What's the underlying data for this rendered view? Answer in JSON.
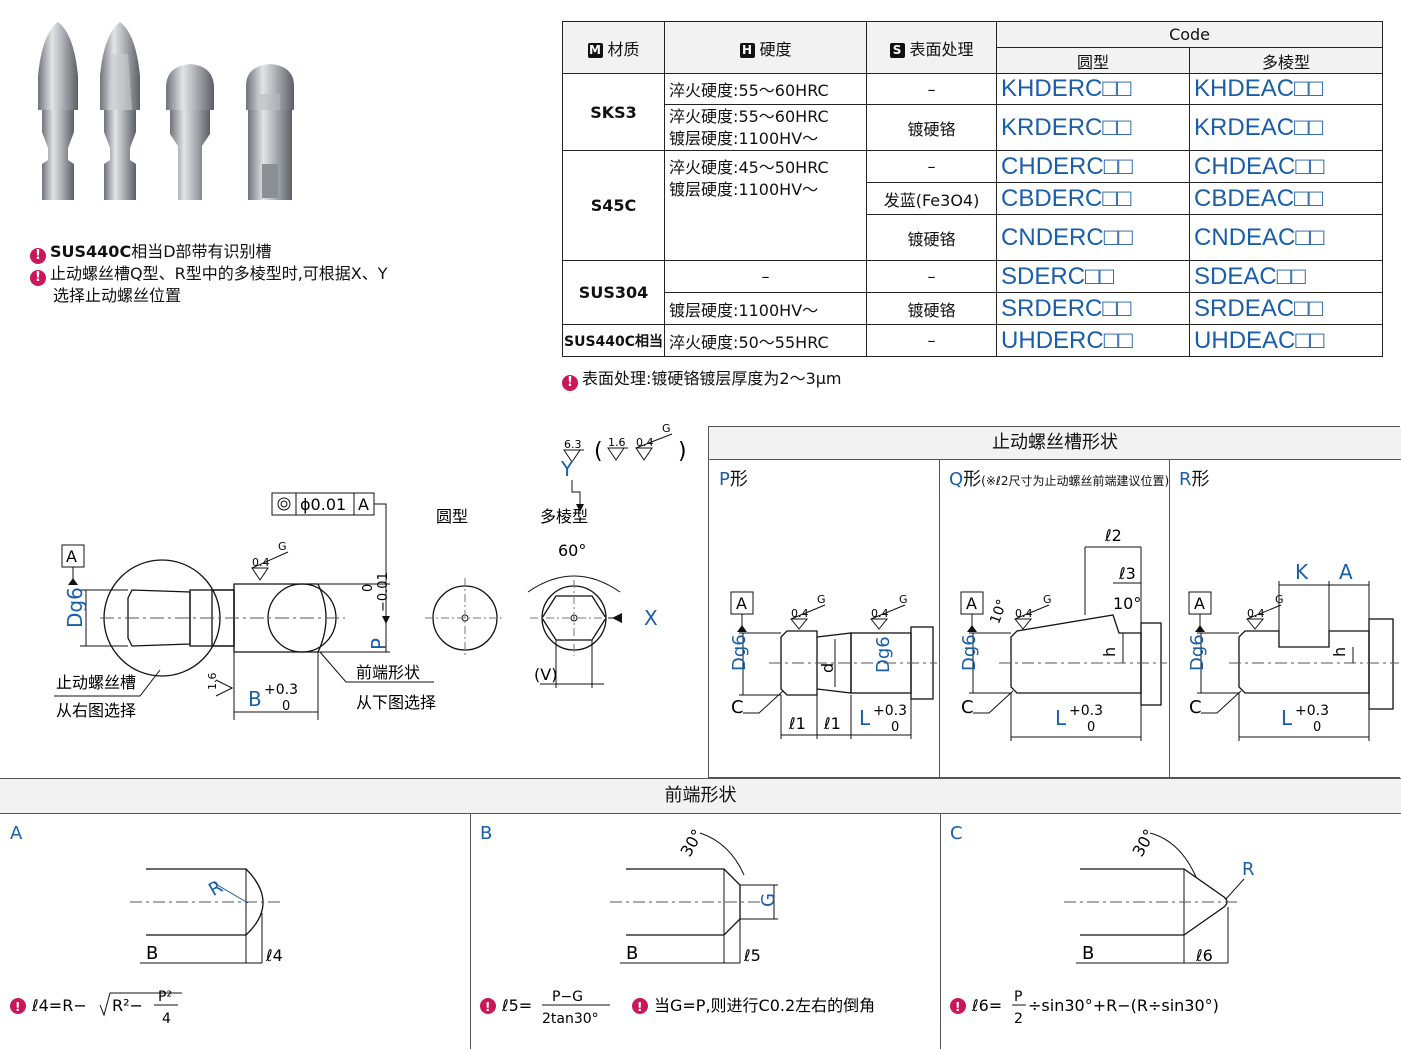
{
  "notes": {
    "n1_bold": "SUS440C",
    "n1_rest": "相当D部带有识别槽",
    "n2": "止动螺丝槽Q型、R型中的多棱型时,可根据X、Y",
    "n2b": "选择止动螺丝位置",
    "surface": "表面处理:镀硬铬镀层厚度为2～3μm"
  },
  "table": {
    "header": {
      "material_icon": "M",
      "material": "材质",
      "hardness_icon": "H",
      "hardness": "硬度",
      "surface_icon": "S",
      "surface": "表面处理",
      "code": "Code",
      "round": "圆型",
      "poly": "多棱型"
    },
    "materials": [
      "SKS3",
      "S45C",
      "SUS304",
      "SUS440C相当"
    ],
    "hardness": [
      "淬火硬度:55～60HRC",
      "淬火硬度:55～60HRC",
      "镀层硬度:1100HV～",
      "淬火硬度:45～50HRC",
      "镀层硬度:1100HV～",
      "–",
      "镀层硬度:1100HV～",
      "淬火硬度:50～55HRC"
    ],
    "surface": [
      "–",
      "镀硬铬",
      "–",
      "发蓝(Fe3O4)",
      "镀硬铬",
      "–",
      "镀硬铬",
      "–"
    ],
    "round": [
      "KHDERC□□",
      "KRDERC□□",
      "CHDERC□□",
      "CBDERC□□",
      "CNDERC□□",
      "SDERC□□",
      "SRDERC□□",
      "UHDERC□□"
    ],
    "poly": [
      "KHDEAC□□",
      "KRDEAC□□",
      "CHDEAC□□",
      "CBDEAC□□",
      "CNDEAC□□",
      "SDEAC□□",
      "SRDEAC□□",
      "UHDEAC□□"
    ]
  },
  "drawing": {
    "tolerance": "ϕ0.01",
    "datum": "A",
    "round": "圆型",
    "poly": "多棱型",
    "angle": "60°",
    "x": "X",
    "y": "Y",
    "v": "(V)",
    "roughness_a": "6.3",
    "roughness_b": "1.6",
    "roughness_c": "0.4",
    "roughness_g": "G",
    "dg6": "Dg6",
    "p_dim": "P",
    "p_tol_upper": "0",
    "p_tol_lower": "−0.01",
    "b_dim": "B",
    "tol_upper": "+0.3",
    "tol_lower": "0",
    "groove_1": "止动螺丝槽",
    "groove_2": "从右图选择",
    "tip_1": "前端形状",
    "tip_2": "从下图选择",
    "rough_16": "1.6",
    "rough_04": "0.4"
  },
  "groove": {
    "title": "止动螺丝槽形状",
    "p_label": "P形",
    "q_label": "Q形",
    "q_note": "(※ℓ2尺寸为止动螺丝前端建议位置)",
    "r_label": "R形",
    "a": "A",
    "c": "C",
    "d": "d",
    "l": "L",
    "l1": "ℓ1",
    "l2": "ℓ2",
    "l3": "ℓ3",
    "h": "h",
    "k": "K",
    "deg10": "10°",
    "dg6": "Dg6"
  },
  "front": {
    "title": "前端形状",
    "a_label": "A",
    "b_label": "B",
    "c_label": "C",
    "r": "R",
    "g": "G",
    "b": "B",
    "deg30": "30°",
    "l4": "ℓ4",
    "l5": "ℓ5",
    "l6": "ℓ6",
    "f4_left": "ℓ4=R−",
    "f5_left": "ℓ5=",
    "f5_num": "P−G",
    "f5_den": "2tan30°",
    "f5_note": "当G=P,则进行C0.2左右的倒角",
    "f6_left": "ℓ6=",
    "f6_num": "P",
    "f6_den": "2",
    "f6_rest": "÷sin30°+R−(R÷sin30°)"
  }
}
